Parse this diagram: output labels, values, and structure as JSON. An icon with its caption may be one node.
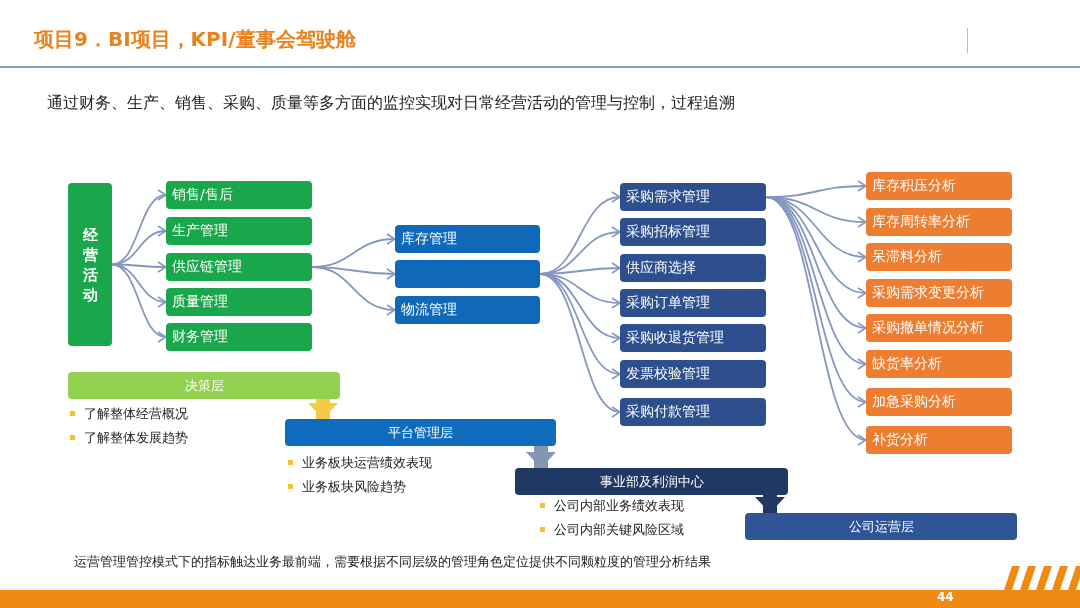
{
  "diagram": {
    "title": "项目9．BI项目，KPI/董事会驾驶舱",
    "nodes": [
      {
        "text": [
          "经营活动"
        ]
      },
      {
        "text": [
          "销售/售后"
        ]
      },
      {
        "text": [
          "生产管理"
        ]
      },
      {
        "text": [
          "供应链管理"
        ]
      },
      {
        "text": [
          "质量管理"
        ]
      },
      {
        "text": [
          "财务管理"
        ]
      },
      {
        "text": [
          "库存管理"
        ]
      },
      {
        "text": [],
        "shape": "box"
      },
      {
        "text": [
          "物流管理"
        ]
      },
      {
        "text": [
          "采购需求管理"
        ]
      },
      {
        "text": [
          "采购招标管理"
        ]
      },
      {
        "text": [
          "供应商选择"
        ]
      },
      {
        "text": [
          "采购订单管理"
        ]
      },
      {
        "text": [
          "采购收退货管理"
        ]
      },
      {
        "text": [
          "发票校验管理"
        ]
      },
      {
        "text": [
          "采购付款管理"
        ]
      },
      {
        "text": [
          "库存积压分析"
        ]
      },
      {
        "text": [
          "库存周转率分析"
        ]
      },
      {
        "text": [
          "呆滞料分析"
        ]
      },
      {
        "text": [
          "采购需求变更分析"
        ]
      },
      {
        "text": [
          "采购撤单情况分析"
        ]
      },
      {
        "text": [
          "缺货率分析"
        ]
      },
      {
        "text": [
          "加急采购分析"
        ]
      },
      {
        "text": [
          "补货分析"
        ]
      },
      {
        "text": [
          "决策层"
        ],
        "beside": [
          "了解整体经营概况",
          "了解整体发展趋势"
        ]
      },
      {
        "text": [
          "平台管理层"
        ],
        "beside": [
          "业务板块运营绩效表现",
          "业务板块风险趋势"
        ]
      },
      {
        "text": [
          "事业部及利润中心"
        ],
        "beside": [
          "公司内部业务绩效表现",
          "公司内部关键风险区域"
        ]
      },
      {
        "text": [
          "公司运营层"
        ]
      }
    ],
    "edges": [
      {
        "from": 0,
        "to": 1,
        "arrow": "to"
      },
      {
        "from": 0,
        "to": 2,
        "arrow": "to"
      },
      {
        "from": 0,
        "to": 3,
        "arrow": "to"
      },
      {
        "from": 0,
        "to": 4,
        "arrow": "to"
      },
      {
        "from": 0,
        "to": 5,
        "arrow": "to"
      },
      {
        "from": 3,
        "to": 6,
        "arrow": "to"
      },
      {
        "from": 3,
        "to": 7,
        "arrow": "to"
      },
      {
        "from": 3,
        "to": 8,
        "arrow": "to"
      },
      {
        "from": 7,
        "to": 9,
        "arrow": "to"
      },
      {
        "from": 7,
        "to": 10,
        "arrow": "to"
      },
      {
        "from": 7,
        "to": 11,
        "arrow": "to"
      },
      {
        "from": 7,
        "to": 12,
        "arrow": "to"
      },
      {
        "from": 7,
        "to": 13,
        "arrow": "to"
      },
      {
        "from": 7,
        "to": 14,
        "arrow": "to"
      },
      {
        "from": 7,
        "to": 15,
        "arrow": "to"
      },
      {
        "from": 9,
        "to": 16,
        "arrow": "to"
      },
      {
        "from": 9,
        "to": 17,
        "arrow": "to"
      },
      {
        "from": 9,
        "to": 18,
        "arrow": "to"
      },
      {
        "from": 9,
        "to": 19,
        "arrow": "to"
      },
      {
        "from": 9,
        "to": 20,
        "arrow": "to"
      },
      {
        "from": 9,
        "to": 21,
        "arrow": "to"
      },
      {
        "from": 9,
        "to": 22,
        "arrow": "to"
      },
      {
        "from": 9,
        "to": 23,
        "arrow": "to"
      },
      {
        "from": 24,
        "to": 25,
        "arrow": "to",
        "style": "thick",
        "color": "#f7c948"
      },
      {
        "from": 25,
        "to": 26,
        "arrow": "to",
        "style": "thick",
        "color": "#8497b0"
      },
      {
        "from": 26,
        "to": 27,
        "arrow": "to",
        "style": "thick",
        "color": "#203864"
      }
    ],
    "labels": [
      "通过财务、生产、销售、采购、质量等多方面的监控实现对日常经营活动的管理与控制，过程追溯",
      "运营管理管控模式下的指标触达业务最前端，需要根据不同层级的管理角色定位提供不同颗粒度的管理分析结果",
      "44"
    ]
  }
}
